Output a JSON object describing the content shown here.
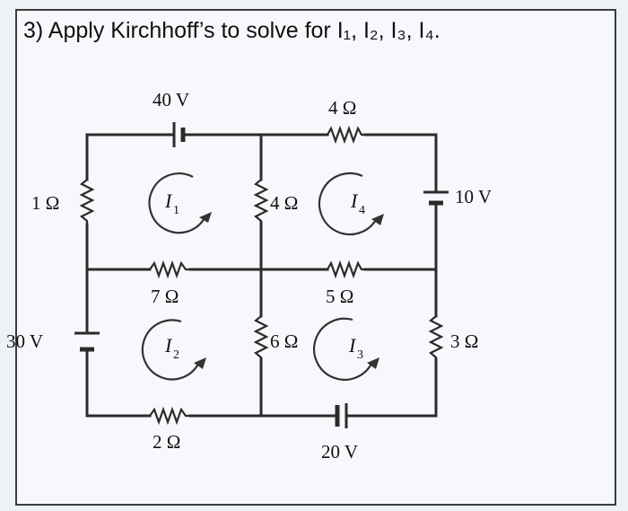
{
  "question": {
    "title": "3) Apply Kirchhoff’s to solve for I₁, I₂, I₃, I₄."
  },
  "circuit": {
    "sources": {
      "top_40v": "40 V",
      "right_10v": "10 V",
      "left_30v": "30 V",
      "bottom_20v": "20 V"
    },
    "resistors": {
      "top_4ohm": "4 Ω",
      "left_1ohm": "1 Ω",
      "center_4ohm": "4 Ω",
      "middle_7ohm": "7 Ω",
      "middle_5ohm": "5 Ω",
      "center_6ohm": "6 Ω",
      "right_3ohm": "3 Ω",
      "bottom_2ohm": "2 Ω"
    },
    "loops": {
      "i1": {
        "letter": "I",
        "sub": "1"
      },
      "i2": {
        "letter": "I",
        "sub": "2"
      },
      "i3": {
        "letter": "I",
        "sub": "3"
      },
      "i4": {
        "letter": "I",
        "sub": "4"
      }
    }
  }
}
